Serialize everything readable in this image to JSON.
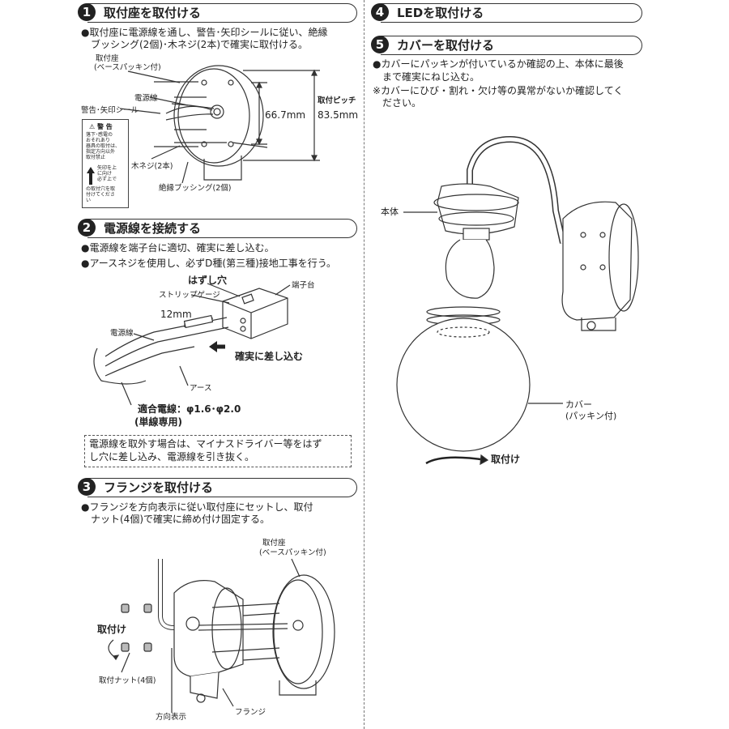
{
  "step1": {
    "num": "1",
    "title": "取付座を取付ける",
    "text": [
      "●取付座に電源線を通し、警告･矢印シールに従い、絶縁",
      "　ブッシング(2個)･木ネジ(2本)で確実に取付ける。"
    ],
    "labels": {
      "mount_base": [
        "取付座",
        "(ベースパッキン付)"
      ],
      "power_wire": "電源線",
      "warning_seal": "警告･矢印シール",
      "wood_screw": "木ネジ(2本)",
      "bushing": "絶縁ブッシング(2個)",
      "dim1": "66.7mm",
      "pitch_label": "取付ピッチ",
      "dim2": "83.5mm",
      "warning_title": "⚠ 警 告",
      "warning_body": [
        "落下･感電の",
        "おそれあり",
        "器具の取付は、",
        "指定方向以外",
        "取付禁止"
      ],
      "arrow_body": [
        "矢印を上",
        "に向け",
        "必ず上で",
        "の取付穴を取",
        "付けてくださ",
        "い"
      ]
    }
  },
  "step2": {
    "num": "2",
    "title": "電源線を接続する",
    "text": [
      "●電源線を端子台に適切、確実に差し込む。",
      "●アースネジを使用し、必ずD種(第三種)接地工事を行う。"
    ],
    "labels": {
      "release_hole": "はずし穴",
      "strip_gauge": "ストリップゲージ",
      "terminal": "端子台",
      "len": "12mm",
      "power_wire": "電源線",
      "insert": "確実に差し込む",
      "earth": "アース",
      "wire_spec": "適合電線：φ1.6･φ2.0",
      "wire_note": "(単線専用)"
    },
    "note": [
      "電源線を取外す場合は、マイナスドライバー等をはず",
      "し穴に差し込み、電源線を引き抜く。"
    ]
  },
  "step3": {
    "num": "3",
    "title": "フランジを取付ける",
    "text": [
      "●フランジを方向表示に従い取付座にセットし、取付",
      "　ナット(4個)で確実に締め付け固定する。"
    ],
    "labels": {
      "mount_base": [
        "取付座",
        "(ベースパッキン付)"
      ],
      "attach": "取付け",
      "nut": "取付ナット(4個)",
      "direction": "方向表示",
      "flange": "フランジ"
    }
  },
  "step4": {
    "num": "4",
    "title": "LEDを取付ける"
  },
  "step5": {
    "num": "5",
    "title": "カバーを取付ける",
    "text": [
      "●カバーにパッキンが付いているか確認の上、本体に最後",
      "　まで確実にねじ込む。",
      "※カバーにひび・割れ・欠け等の異常がないか確認してく",
      "　ださい。"
    ],
    "labels": {
      "body": "本体",
      "cover": [
        "カバー",
        "(パッキン付)"
      ],
      "attach": "取付け"
    }
  }
}
